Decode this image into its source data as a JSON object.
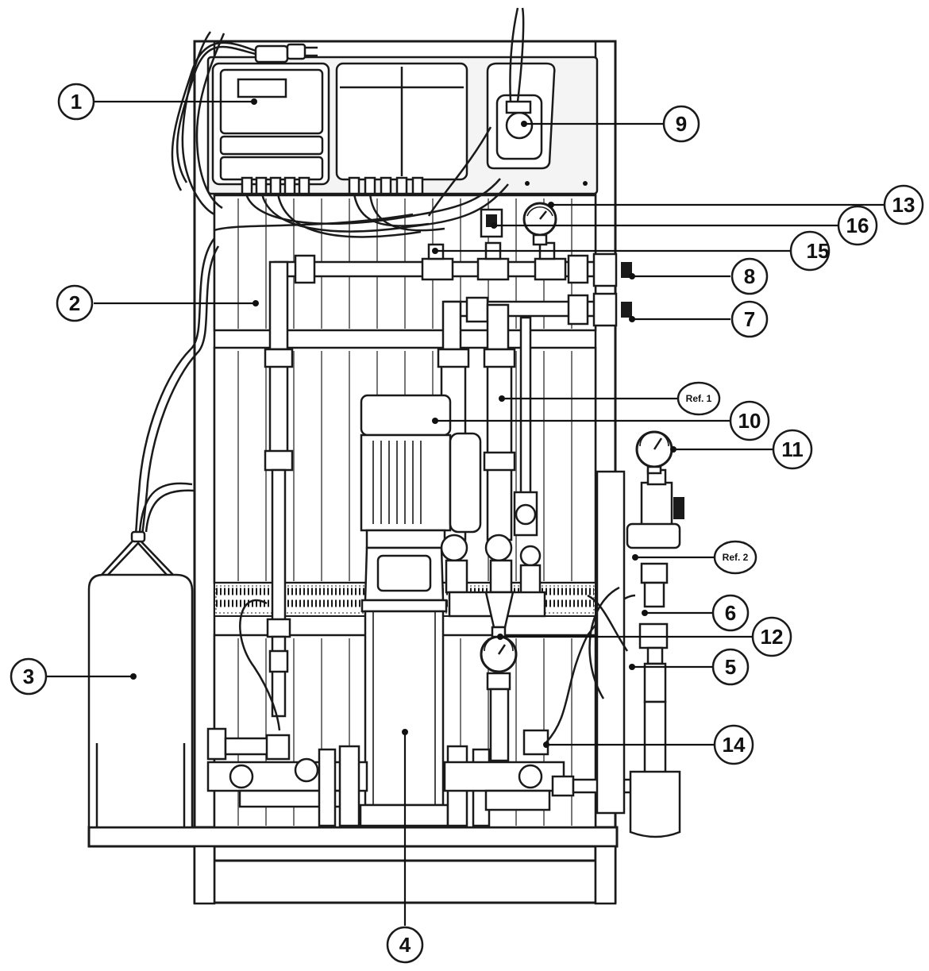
{
  "callouts": [
    {
      "id": "c1",
      "label": "1"
    },
    {
      "id": "c2",
      "label": "2"
    },
    {
      "id": "c3",
      "label": "3"
    },
    {
      "id": "c4",
      "label": "4"
    },
    {
      "id": "c5",
      "label": "5"
    },
    {
      "id": "c6",
      "label": "6"
    },
    {
      "id": "c7",
      "label": "7"
    },
    {
      "id": "c8",
      "label": "8"
    },
    {
      "id": "c9",
      "label": "9"
    },
    {
      "id": "c10",
      "label": "10"
    },
    {
      "id": "c11",
      "label": "11"
    },
    {
      "id": "c12",
      "label": "12"
    },
    {
      "id": "c13",
      "label": "13"
    },
    {
      "id": "c14",
      "label": "14"
    },
    {
      "id": "c15",
      "label": "15"
    },
    {
      "id": "c16",
      "label": "16"
    }
  ],
  "references": [
    {
      "id": "ref1",
      "label": "Ref. 1"
    },
    {
      "id": "ref2",
      "label": "Ref. 2"
    }
  ],
  "colors": {
    "line": "#1a1a1a",
    "background": "#ffffff"
  }
}
